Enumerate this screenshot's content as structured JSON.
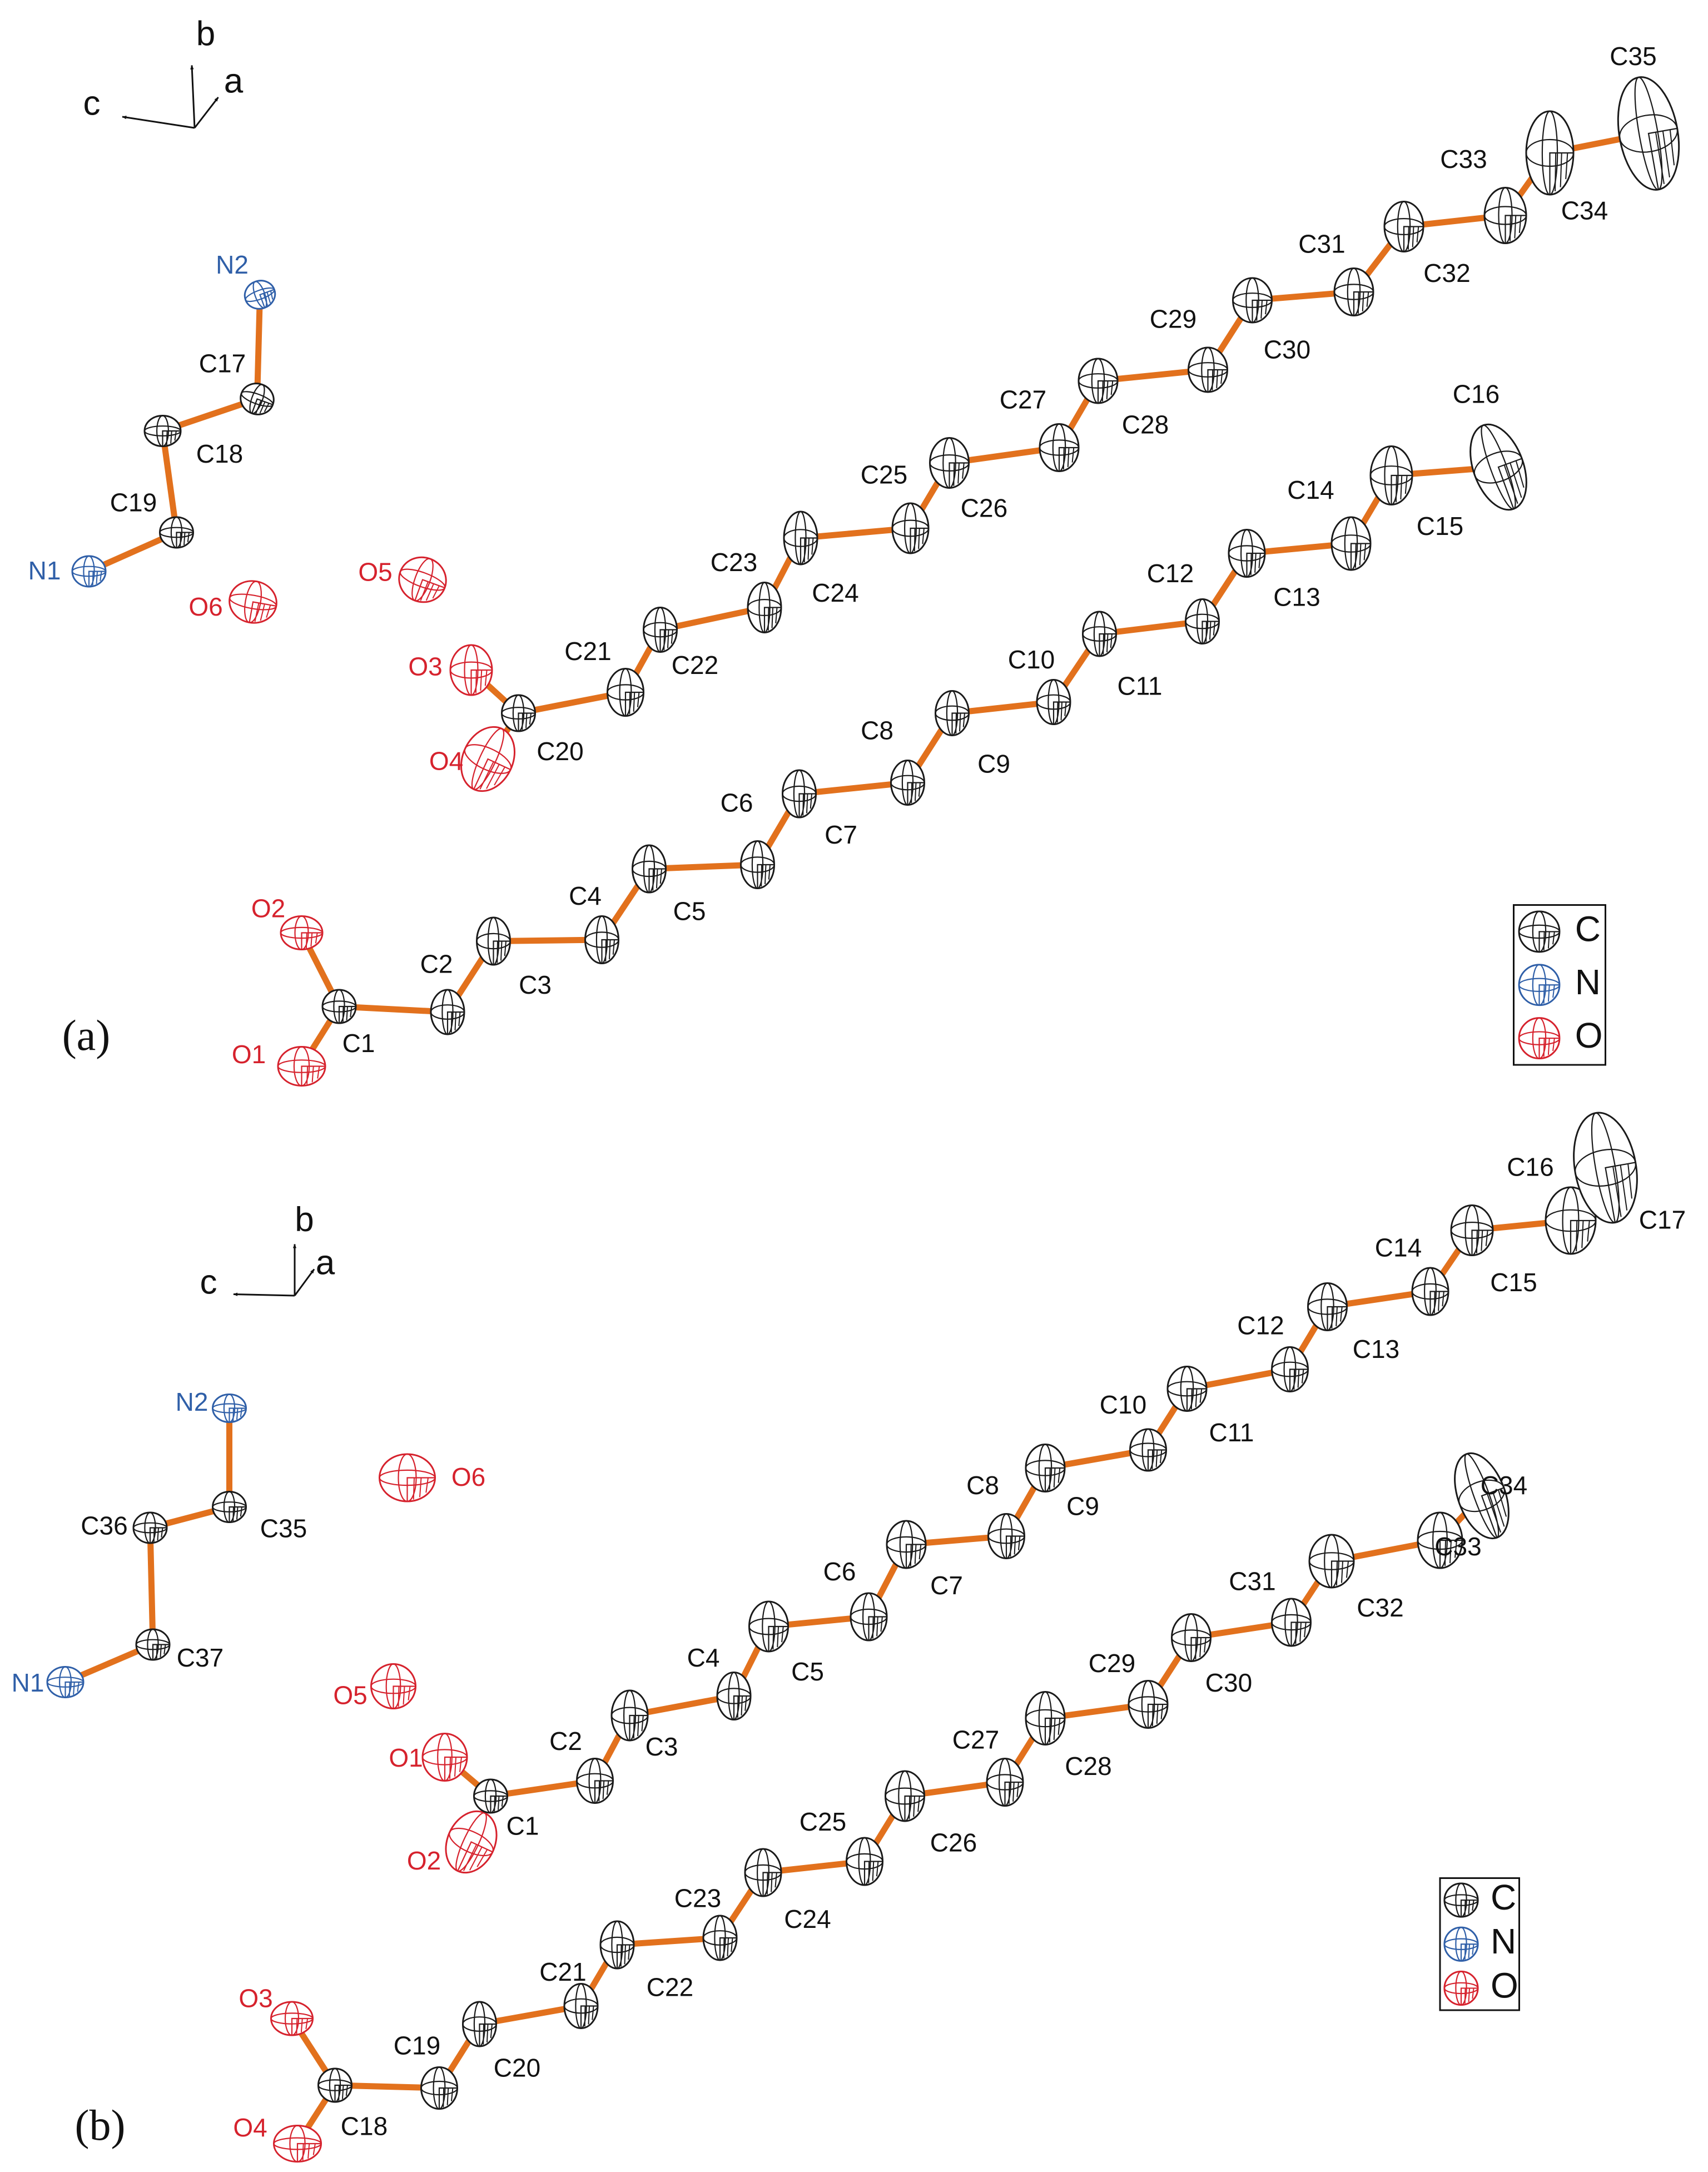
{
  "colors": {
    "carbon": "#1a1a1a",
    "nitrogen": "#2f5fa8",
    "oxygen": "#d6222d",
    "bond": "#e2711d",
    "axis": "#111111"
  },
  "panels": [
    {
      "label": "(a)",
      "axes": {
        "b": "b",
        "a": "a",
        "c": "c"
      },
      "legend": [
        {
          "symbol": "C",
          "element": "carbon"
        },
        {
          "symbol": "N",
          "element": "nitrogen"
        },
        {
          "symbol": "O",
          "element": "oxygen"
        }
      ],
      "atoms": [
        {
          "label": "N2",
          "element": "N"
        },
        {
          "label": "C17",
          "element": "C"
        },
        {
          "label": "C18",
          "element": "C"
        },
        {
          "label": "C19",
          "element": "C"
        },
        {
          "label": "N1",
          "element": "N"
        },
        {
          "label": "O6",
          "element": "O"
        },
        {
          "label": "O5",
          "element": "O"
        },
        {
          "label": "O3",
          "element": "O"
        },
        {
          "label": "O4",
          "element": "O"
        },
        {
          "label": "C20",
          "element": "C"
        },
        {
          "label": "C21",
          "element": "C"
        },
        {
          "label": "C22",
          "element": "C"
        },
        {
          "label": "C23",
          "element": "C"
        },
        {
          "label": "C24",
          "element": "C"
        },
        {
          "label": "C25",
          "element": "C"
        },
        {
          "label": "C26",
          "element": "C"
        },
        {
          "label": "C27",
          "element": "C"
        },
        {
          "label": "C28",
          "element": "C"
        },
        {
          "label": "C29",
          "element": "C"
        },
        {
          "label": "C30",
          "element": "C"
        },
        {
          "label": "C31",
          "element": "C"
        },
        {
          "label": "C32",
          "element": "C"
        },
        {
          "label": "C33",
          "element": "C"
        },
        {
          "label": "C34",
          "element": "C"
        },
        {
          "label": "C35",
          "element": "C"
        },
        {
          "label": "O2",
          "element": "O"
        },
        {
          "label": "O1",
          "element": "O"
        },
        {
          "label": "C1",
          "element": "C"
        },
        {
          "label": "C2",
          "element": "C"
        },
        {
          "label": "C3",
          "element": "C"
        },
        {
          "label": "C4",
          "element": "C"
        },
        {
          "label": "C5",
          "element": "C"
        },
        {
          "label": "C6",
          "element": "C"
        },
        {
          "label": "C7",
          "element": "C"
        },
        {
          "label": "C8",
          "element": "C"
        },
        {
          "label": "C9",
          "element": "C"
        },
        {
          "label": "C10",
          "element": "C"
        },
        {
          "label": "C11",
          "element": "C"
        },
        {
          "label": "C12",
          "element": "C"
        },
        {
          "label": "C13",
          "element": "C"
        },
        {
          "label": "C14",
          "element": "C"
        },
        {
          "label": "C15",
          "element": "C"
        },
        {
          "label": "C16",
          "element": "C"
        }
      ]
    },
    {
      "label": "(b)",
      "axes": {
        "b": "b",
        "a": "a",
        "c": "c"
      },
      "legend": [
        {
          "symbol": "C",
          "element": "carbon"
        },
        {
          "symbol": "N",
          "element": "nitrogen"
        },
        {
          "symbol": "O",
          "element": "oxygen"
        }
      ],
      "atoms": [
        {
          "label": "N2",
          "element": "N"
        },
        {
          "label": "C35",
          "element": "C"
        },
        {
          "label": "C36",
          "element": "C"
        },
        {
          "label": "C37",
          "element": "C"
        },
        {
          "label": "N1",
          "element": "N"
        },
        {
          "label": "O6",
          "element": "O"
        },
        {
          "label": "O5",
          "element": "O"
        },
        {
          "label": "O1",
          "element": "O"
        },
        {
          "label": "O2",
          "element": "O"
        },
        {
          "label": "C1",
          "element": "C"
        },
        {
          "label": "C2",
          "element": "C"
        },
        {
          "label": "C3",
          "element": "C"
        },
        {
          "label": "C4",
          "element": "C"
        },
        {
          "label": "C5",
          "element": "C"
        },
        {
          "label": "C6",
          "element": "C"
        },
        {
          "label": "C7",
          "element": "C"
        },
        {
          "label": "C8",
          "element": "C"
        },
        {
          "label": "C9",
          "element": "C"
        },
        {
          "label": "C10",
          "element": "C"
        },
        {
          "label": "C11",
          "element": "C"
        },
        {
          "label": "C12",
          "element": "C"
        },
        {
          "label": "C13",
          "element": "C"
        },
        {
          "label": "C14",
          "element": "C"
        },
        {
          "label": "C15",
          "element": "C"
        },
        {
          "label": "C16",
          "element": "C"
        },
        {
          "label": "C17",
          "element": "C"
        },
        {
          "label": "O3",
          "element": "O"
        },
        {
          "label": "O4",
          "element": "O"
        },
        {
          "label": "C18",
          "element": "C"
        },
        {
          "label": "C19",
          "element": "C"
        },
        {
          "label": "C20",
          "element": "C"
        },
        {
          "label": "C21",
          "element": "C"
        },
        {
          "label": "C22",
          "element": "C"
        },
        {
          "label": "C23",
          "element": "C"
        },
        {
          "label": "C24",
          "element": "C"
        },
        {
          "label": "C25",
          "element": "C"
        },
        {
          "label": "C26",
          "element": "C"
        },
        {
          "label": "C27",
          "element": "C"
        },
        {
          "label": "C28",
          "element": "C"
        },
        {
          "label": "C29",
          "element": "C"
        },
        {
          "label": "C30",
          "element": "C"
        },
        {
          "label": "C31",
          "element": "C"
        },
        {
          "label": "C32",
          "element": "C"
        },
        {
          "label": "C33",
          "element": "C"
        },
        {
          "label": "C34",
          "element": "C"
        }
      ]
    }
  ]
}
